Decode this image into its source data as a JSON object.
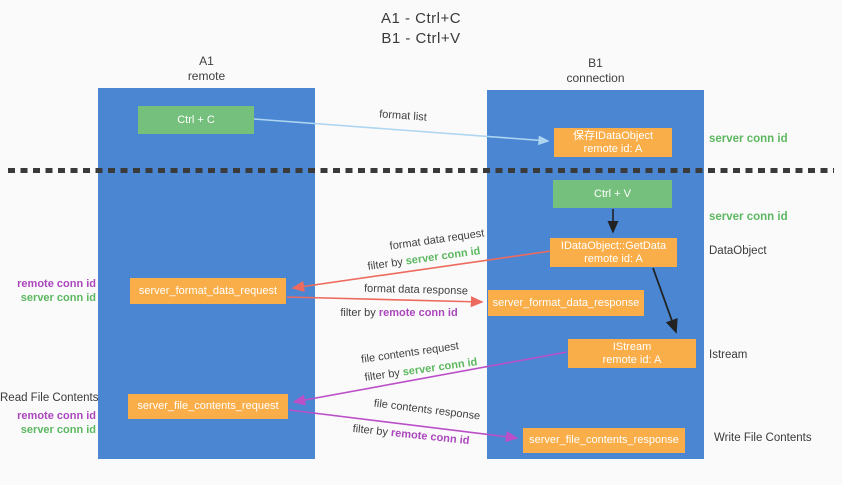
{
  "title": {
    "line1": "A1 - Ctrl+C",
    "line2": "B1 - Ctrl+V"
  },
  "lanes": {
    "a1": {
      "name": "A1",
      "subtitle": "remote"
    },
    "b1": {
      "name": "B1",
      "subtitle": "connection"
    }
  },
  "nodes": {
    "ctrl_c": {
      "label": "Ctrl + C"
    },
    "save_idataobject": {
      "line1": "保存IDataObject",
      "line2": "remote id: A"
    },
    "ctrl_v": {
      "label": "Ctrl + V"
    },
    "getdata": {
      "line1": "IDataObject::GetData",
      "line2": "remote id: A"
    },
    "format_request": {
      "label": "server_format_data_request"
    },
    "format_response": {
      "label": "server_format_data_response"
    },
    "istream": {
      "line1": "IStream",
      "line2": "remote id: A"
    },
    "file_request": {
      "label": "server_file_contents_request"
    },
    "file_response": {
      "label": "server_file_contents_response"
    }
  },
  "arrow_labels": {
    "format_list": "format list",
    "format_data_request": "format data request",
    "format_data_response": "format data response",
    "file_contents_request": "file contents request",
    "file_contents_response": "file contents response",
    "filter_by": "filter by ",
    "server_conn_id": "server conn id",
    "remote_conn_id": "remote conn id"
  },
  "side_labels": {
    "server_conn_id": "server conn id",
    "remote_conn_id": "remote conn id",
    "dataobject": "DataObject",
    "istream": "Istream",
    "read_file_contents": "Read File Contents",
    "write_file_contents": "Write File Contents"
  },
  "colors": {
    "lane_blue": "#4a86d2",
    "box_green": "#76c07d",
    "box_orange": "#f9ae49",
    "green_text": "#5cb860",
    "purple_text": "#ab47bc",
    "red_arrow": "#ed6a5e",
    "magenta_arrow": "#ba4fc8",
    "light_blue_arrow": "#aed6f1",
    "black_arrow": "#222222"
  }
}
